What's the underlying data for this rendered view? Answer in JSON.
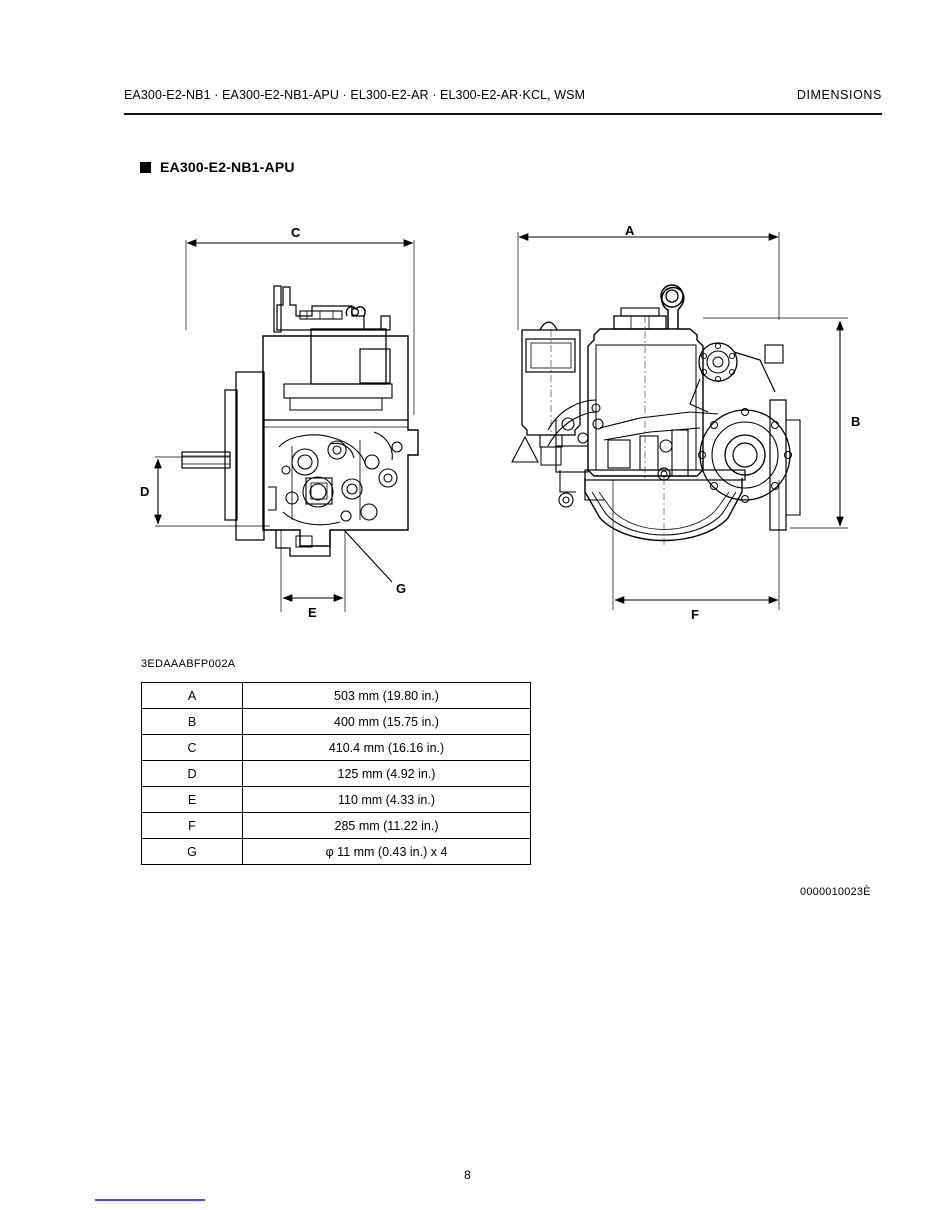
{
  "header": {
    "models": "EA300-E2-NB1 · EA300-E2-NB1-APU · EL300-E2-AR · EL300-E2-AR·KCL,  WSM",
    "chapter": "DIMENSIONS"
  },
  "section": {
    "bullet_icon": "filled-square-icon",
    "title": "EA300-E2-NB1-APU"
  },
  "figure": {
    "drawing_code": "3EDAAABFP002A",
    "left_view": {
      "name": "engine-side-view",
      "dimension_labels": [
        "C",
        "D",
        "E",
        "G"
      ]
    },
    "right_view": {
      "name": "engine-front-view",
      "dimension_labels": [
        "A",
        "B",
        "F"
      ]
    }
  },
  "table": {
    "rows": [
      {
        "key": "A",
        "value": "503 mm (19.80 in.)"
      },
      {
        "key": "B",
        "value": "400 mm (15.75 in.)"
      },
      {
        "key": "C",
        "value": "410.4 mm (16.16 in.)"
      },
      {
        "key": "D",
        "value": "125 mm (4.92 in.)"
      },
      {
        "key": "E",
        "value": "110 mm (4.33 in.)"
      },
      {
        "key": "F",
        "value": "285 mm (11.22 in.)"
      },
      {
        "key": "G",
        "value": "φ 11 mm (0.43 in.) x 4"
      }
    ]
  },
  "footer": {
    "doc_code": "0000010023È",
    "page_number": "8"
  },
  "dimension_letters": {
    "A": "A",
    "B": "B",
    "C": "C",
    "D": "D",
    "E": "E",
    "F": "F",
    "G": "G"
  }
}
